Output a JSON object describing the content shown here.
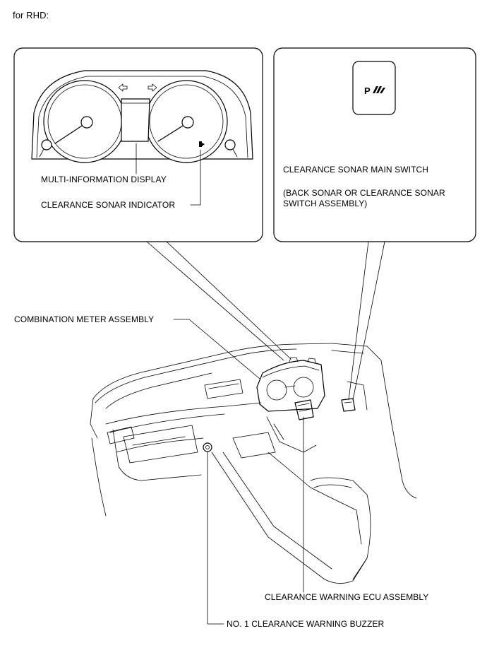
{
  "header": {
    "variant": "for RHD:"
  },
  "callouts": {
    "multi_information_display": "MULTI-INFORMATION DISPLAY",
    "clearance_sonar_indicator": "CLEARANCE SONAR INDICATOR",
    "main_switch": "CLEARANCE SONAR MAIN SWITCH",
    "main_switch_note_line1": "(BACK SONAR OR CLEARANCE SONAR",
    "main_switch_note_line2": "SWITCH ASSEMBLY)",
    "combination_meter": "COMBINATION METER ASSEMBLY",
    "warning_ecu": "CLEARANCE WARNING ECU ASSEMBLY",
    "buzzer": "NO. 1 CLEARANCE WARNING BUZZER"
  },
  "switch_icon": {
    "name": "parking-sonar-icon",
    "glyph": "P"
  }
}
